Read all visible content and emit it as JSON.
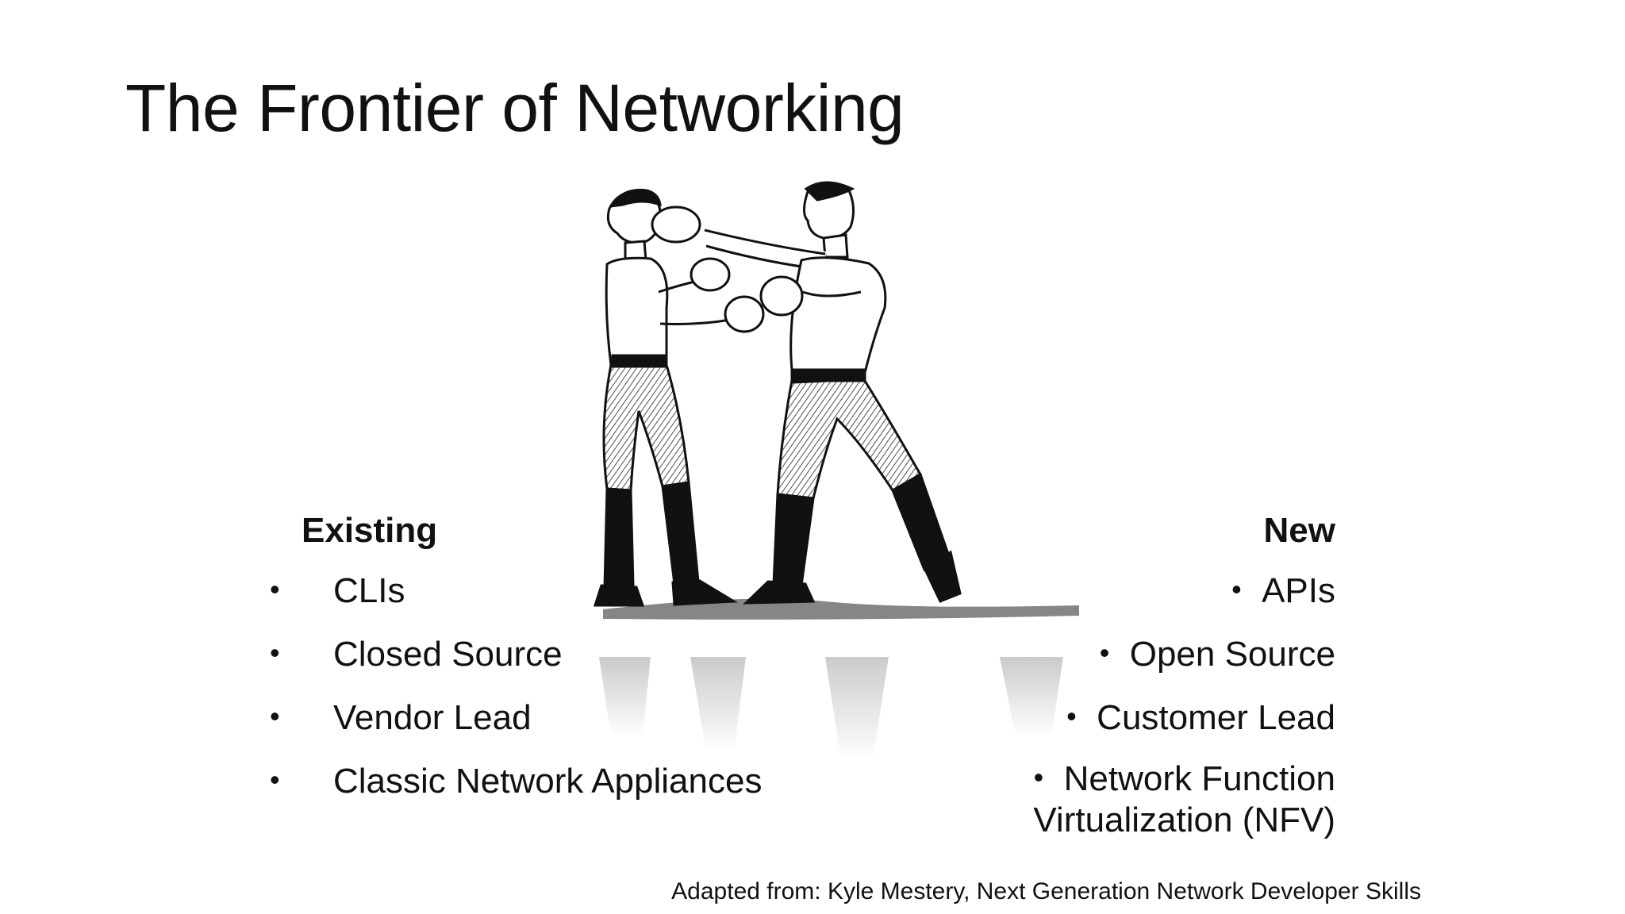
{
  "slide": {
    "title": "The Frontier of Networking"
  },
  "existing": {
    "heading": "Existing",
    "items": [
      "CLIs",
      "Closed Source",
      "Vendor Lead",
      "Classic Network Appliances"
    ]
  },
  "new": {
    "heading": "New",
    "items": [
      "APIs",
      "Open Source",
      "Customer Lead",
      "Network Function",
      "Virtualization (NFV)"
    ]
  },
  "citation": "Adapted from: Kyle Mestery, Next Generation Network Developer Skills",
  "illustration": {
    "icon": "boxers-illustration"
  },
  "bullet_glyph": "•"
}
